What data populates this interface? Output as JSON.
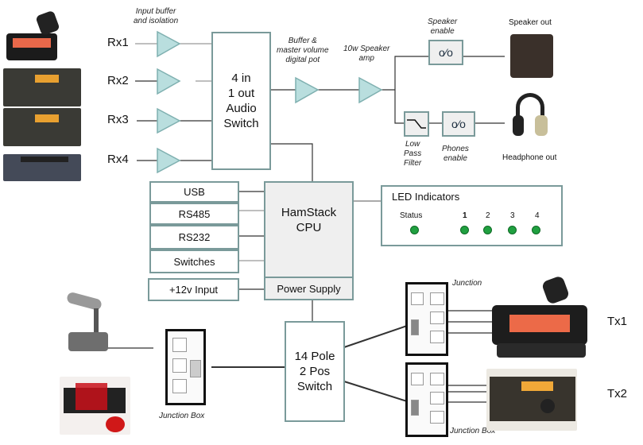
{
  "diagram": {
    "inputs": {
      "stage_label": "Input buffer\nand isolation",
      "channels": [
        {
          "label": "Rx1",
          "device": "dual-band-mobile-radio"
        },
        {
          "label": "Rx2",
          "device": "hf-transceiver"
        },
        {
          "label": "Rx3",
          "device": "hf-transceiver"
        },
        {
          "label": "Rx4",
          "device": "hf-receiver"
        }
      ]
    },
    "audio_switch": {
      "label": "4 in\n1 out\nAudio\nSwitch"
    },
    "buffer": {
      "label": "Buffer &\nmaster volume\ndigital pot"
    },
    "amp": {
      "label": "10w Speaker\namp"
    },
    "speaker_enable": {
      "label": "Speaker\nenable"
    },
    "speaker_out": {
      "label": "Speaker out"
    },
    "low_pass": {
      "label": "Low\nPass\nFilter"
    },
    "phones_enable": {
      "label": "Phones\nenable"
    },
    "headphone_out": {
      "label": "Headphone out"
    },
    "interfaces": [
      "USB",
      "RS485",
      "RS232",
      "Switches"
    ],
    "power_input": "+12v Input",
    "cpu": {
      "label": "HamStack\nCPU",
      "power_label": "Power Supply"
    },
    "leds": {
      "title": "LED Indicators",
      "items": [
        {
          "label": "Status",
          "color": "#20a040"
        },
        {
          "label": "1",
          "color": "#20a040"
        },
        {
          "label": "2",
          "color": "#20a040"
        },
        {
          "label": "3",
          "color": "#20a040"
        },
        {
          "label": "4",
          "color": "#20a040"
        }
      ]
    },
    "tx_switch": {
      "label": "14 Pole\n2 Pos\nSwitch"
    },
    "left_junction": {
      "label": "Junction Box",
      "devices": [
        "desk-microphone",
        "morse-key"
      ]
    },
    "right_junctions": [
      {
        "label": "Junction",
        "target": "Tx1"
      },
      {
        "label": "Junction Box",
        "target": "Tx2"
      }
    ],
    "outputs": [
      {
        "label": "Tx1",
        "device": "dual-band-mobile-radio"
      },
      {
        "label": "Tx2",
        "device": "hf-transceiver"
      }
    ]
  },
  "colors": {
    "amp_fill": "#b9dede",
    "amp_stroke": "#7fb0b0",
    "box_border": "#7a9a9a",
    "led_green": "#20a040"
  }
}
